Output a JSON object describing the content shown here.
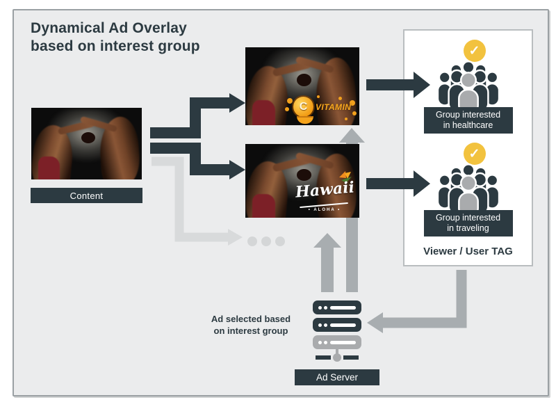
{
  "title": {
    "line1": "Dynamical Ad Overlay",
    "line2": "based on interest group"
  },
  "content": {
    "label": "Content"
  },
  "thumbnails": {
    "vitamin": {
      "ad_letter": "C",
      "ad_text": "VITAMIN"
    },
    "hawaii": {
      "ad_text": "Hawaii",
      "ad_sub": "• ALOHA •"
    }
  },
  "viewer_panel": {
    "groups": [
      {
        "label_line1": "Group interested",
        "label_line2": "in healthcare"
      },
      {
        "label_line1": "Group interested",
        "label_line2": "in traveling"
      }
    ],
    "caption": "Viewer / User TAG"
  },
  "ad_server": {
    "label": "Ad Server",
    "note_line1": "Ad selected based",
    "note_line2": "on interest group"
  },
  "icons": {
    "check_icon": "✓",
    "people_group_icon": "crowd-silhouette",
    "server_icon": "server-stack",
    "ellipsis_icon": "more-ad-variants"
  },
  "colors": {
    "dark_slate": "#2c3a41",
    "background": "#ebeced",
    "board_border": "#9aa0a3",
    "gray_arrow": "#a8adb0",
    "light_gray_arrow": "#d8dadb",
    "check_yellow": "#f2c23e",
    "person_gray": "#a9abad",
    "ad_orange": "#f5a31c",
    "label_text": "#ffffff"
  }
}
